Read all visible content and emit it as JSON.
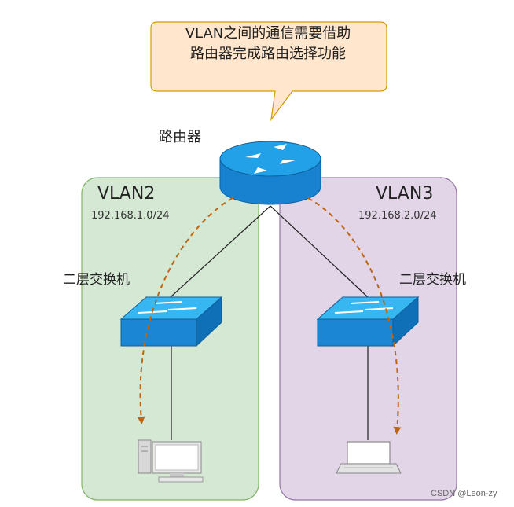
{
  "callout": {
    "line1": "VLAN之间的通信需要借助",
    "line2": "路由器完成路由选择功能"
  },
  "router": {
    "label": "路由器"
  },
  "vlans": [
    {
      "name": "VLAN2",
      "subnet": "192.168.1.0/24",
      "switch_label": "二层交换机",
      "color": "#d5e8d4"
    },
    {
      "name": "VLAN3",
      "subnet": "192.168.2.0/24",
      "switch_label": "二层交换机",
      "color": "#e1d5e7"
    }
  ],
  "colors": {
    "callout_fill": "#ffe6cc",
    "callout_stroke": "#d79b00",
    "device_blue": "#1e90d6",
    "arrow": "#c0650e"
  },
  "watermark": "CSDN @Leon-zy"
}
